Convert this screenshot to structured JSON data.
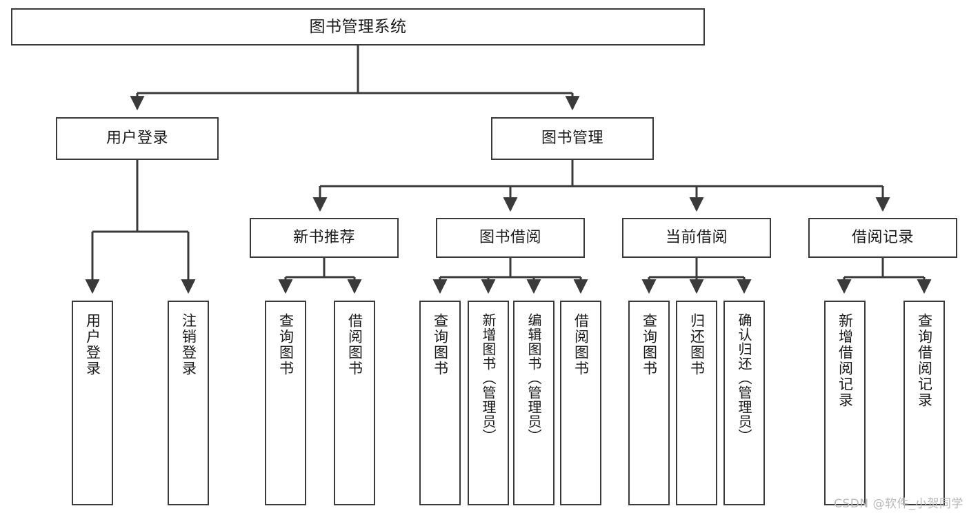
{
  "diagram": {
    "type": "tree-hierarchy-chart",
    "title": "图书管理系统",
    "line_color": "#3a3a3a",
    "box_fill": "#ffffff",
    "text_color": "#1a1a1a",
    "nodes": {
      "root": {
        "label": "图书管理系统"
      },
      "level2": [
        {
          "label": "用户登录"
        },
        {
          "label": "图书管理"
        }
      ],
      "level3": [
        {
          "label": "新书推荐"
        },
        {
          "label": "图书借阅"
        },
        {
          "label": "当前借阅"
        },
        {
          "label": "借阅记录"
        }
      ],
      "leaves_user_login": [
        {
          "label": "用户登录"
        },
        {
          "label": "注销登录"
        }
      ],
      "leaves_new_book": [
        {
          "label": "查询图书"
        },
        {
          "label": "借阅图书"
        }
      ],
      "leaves_borrow": [
        {
          "label": "查询图书"
        },
        {
          "label": "新增图书（管理员）"
        },
        {
          "label": "编辑图书（管理员）"
        },
        {
          "label": "借阅图书"
        }
      ],
      "leaves_current": [
        {
          "label": "查询图书"
        },
        {
          "label": "归还图书"
        },
        {
          "label": "确认归还（管理员）"
        }
      ],
      "leaves_records": [
        {
          "label": "新增借阅记录"
        },
        {
          "label": "查询借阅记录"
        }
      ]
    }
  },
  "watermark": {
    "text": "CSDN @软件_小贺同学"
  }
}
